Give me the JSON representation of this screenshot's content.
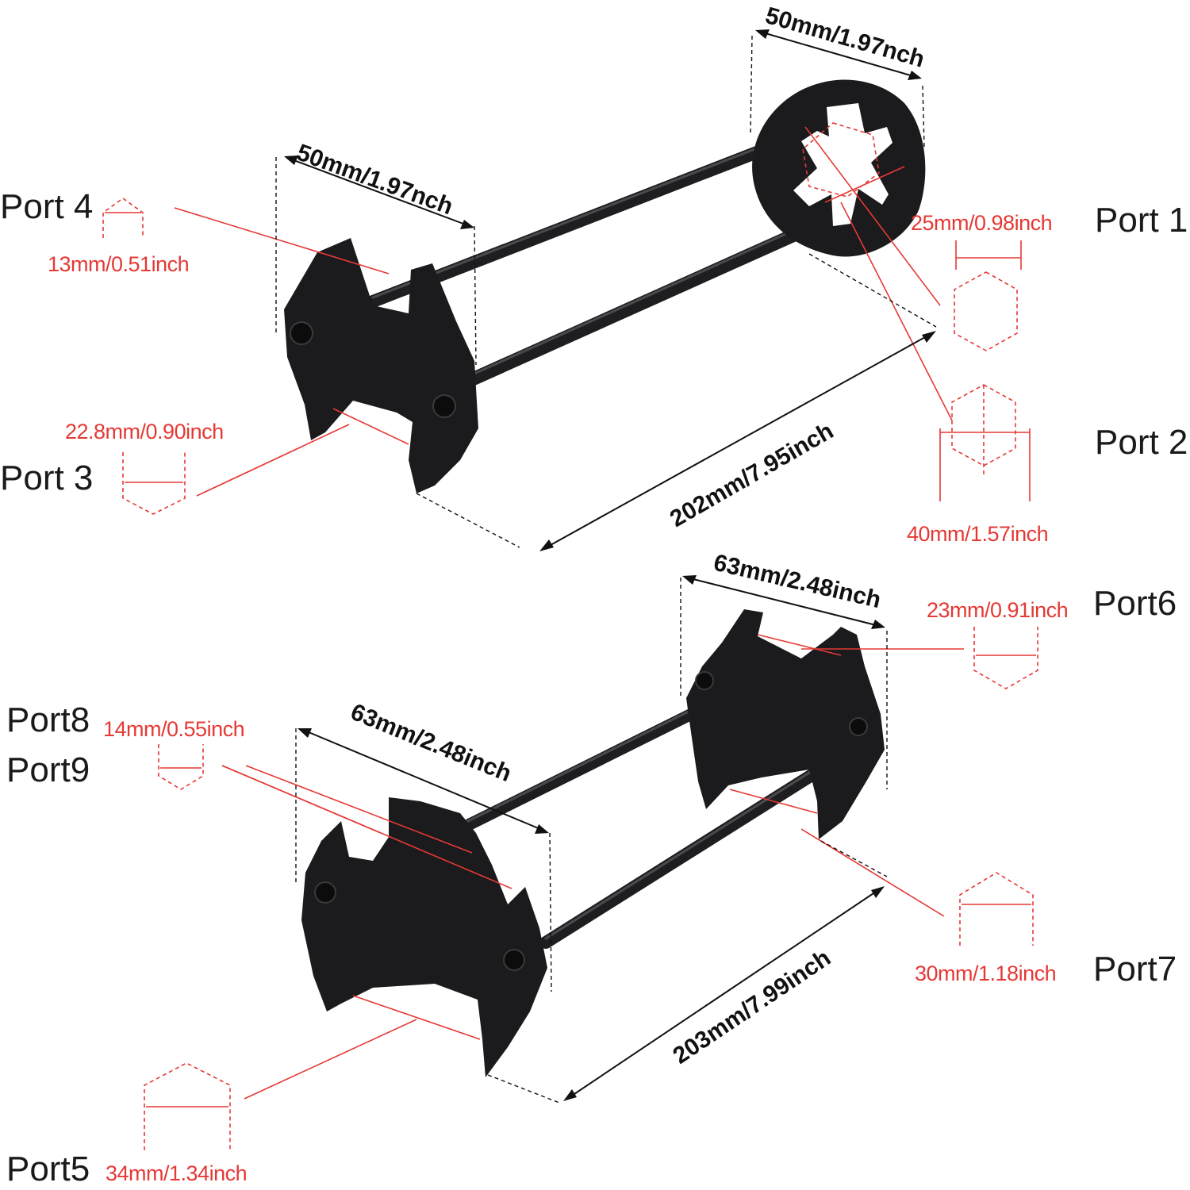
{
  "colors": {
    "dimension": "#e53935",
    "label": "#1a1a1a",
    "tool": "#1b1b1d",
    "background": "#ffffff"
  },
  "tool_top": {
    "length": "202mm/7.95inch",
    "width_left": "50mm/1.97nch",
    "width_right": "50mm/1.97nch",
    "ports": [
      {
        "label": "Port 1",
        "size": "25mm/0.98inch"
      },
      {
        "label": "Port 2",
        "size": "40mm/1.57inch"
      },
      {
        "label": "Port 3",
        "size": "22.8mm/0.90inch"
      },
      {
        "label": "Port 4",
        "size": "13mm/0.51inch"
      }
    ]
  },
  "tool_bottom": {
    "length": "203mm/7.99inch",
    "width_left": "63mm/2.48inch",
    "width_right": "63mm/2.48inch",
    "ports": [
      {
        "label": "Port5",
        "size": "34mm/1.34inch"
      },
      {
        "label": "Port6",
        "size": "23mm/0.91inch"
      },
      {
        "label": "Port7",
        "size": "30mm/1.18inch"
      },
      {
        "label": "Port8",
        "size": "14mm/0.55inch"
      },
      {
        "label": "Port9",
        "size": ""
      }
    ]
  }
}
